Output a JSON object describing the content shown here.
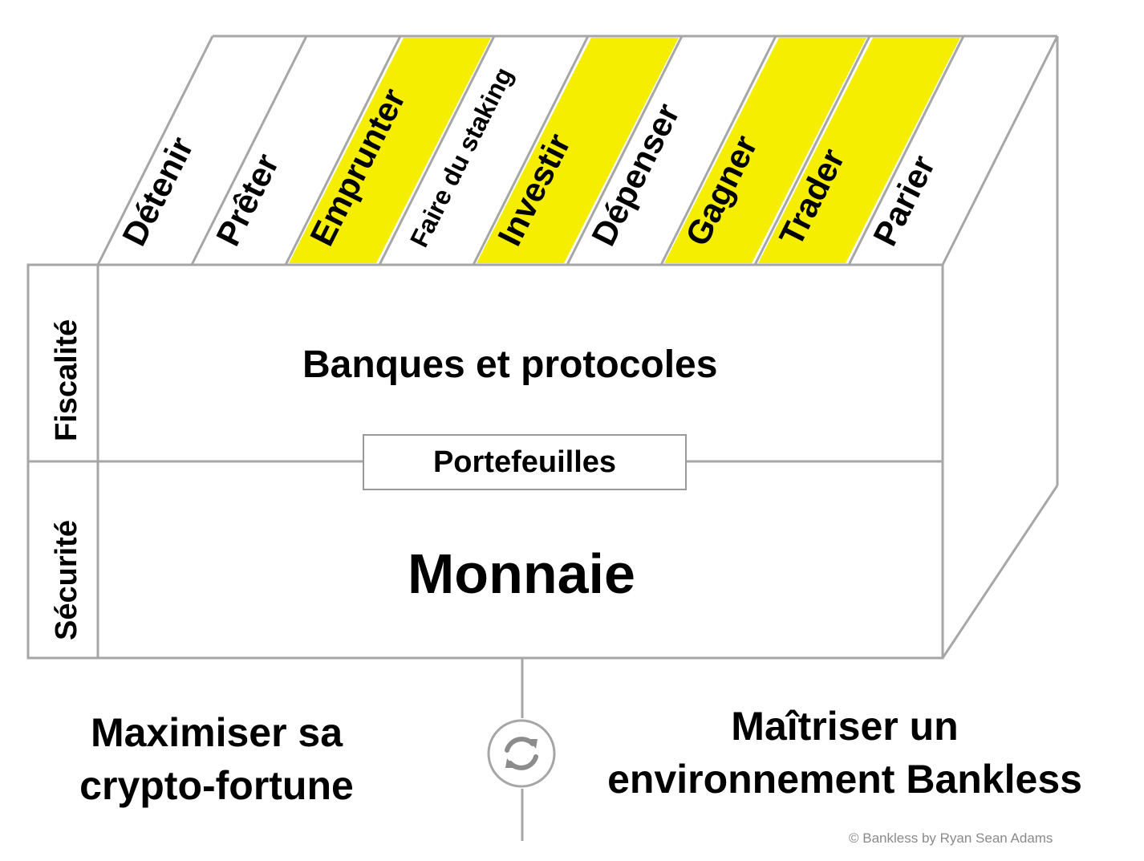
{
  "columns": [
    {
      "label": "Détenir",
      "highlighted": false
    },
    {
      "label": "Prêter",
      "highlighted": false
    },
    {
      "label": "Emprunter",
      "highlighted": true
    },
    {
      "label": "Faire du staking",
      "highlighted": false
    },
    {
      "label": "Investir",
      "highlighted": true
    },
    {
      "label": "Dépenser",
      "highlighted": false
    },
    {
      "label": "Gagner",
      "highlighted": true
    },
    {
      "label": "Trader",
      "highlighted": true
    },
    {
      "label": "Parier",
      "highlighted": false
    }
  ],
  "side_labels": {
    "top": "Fiscalité",
    "bottom": "Sécurité"
  },
  "layers": {
    "top": "Banques et protocoles",
    "middle": "Portefeuilles",
    "bottom": "Monnaie"
  },
  "bottom": {
    "left": [
      "Maximiser sa",
      "crypto-fortune"
    ],
    "right": [
      "Maîtriser un",
      "environnement Bankless"
    ]
  },
  "icon": "sync-icon",
  "copyright": "© Bankless by Ryan Sean Adams",
  "colors": {
    "highlight": "#f5ee00",
    "line": "#a6a6a6",
    "text": "#000000"
  }
}
